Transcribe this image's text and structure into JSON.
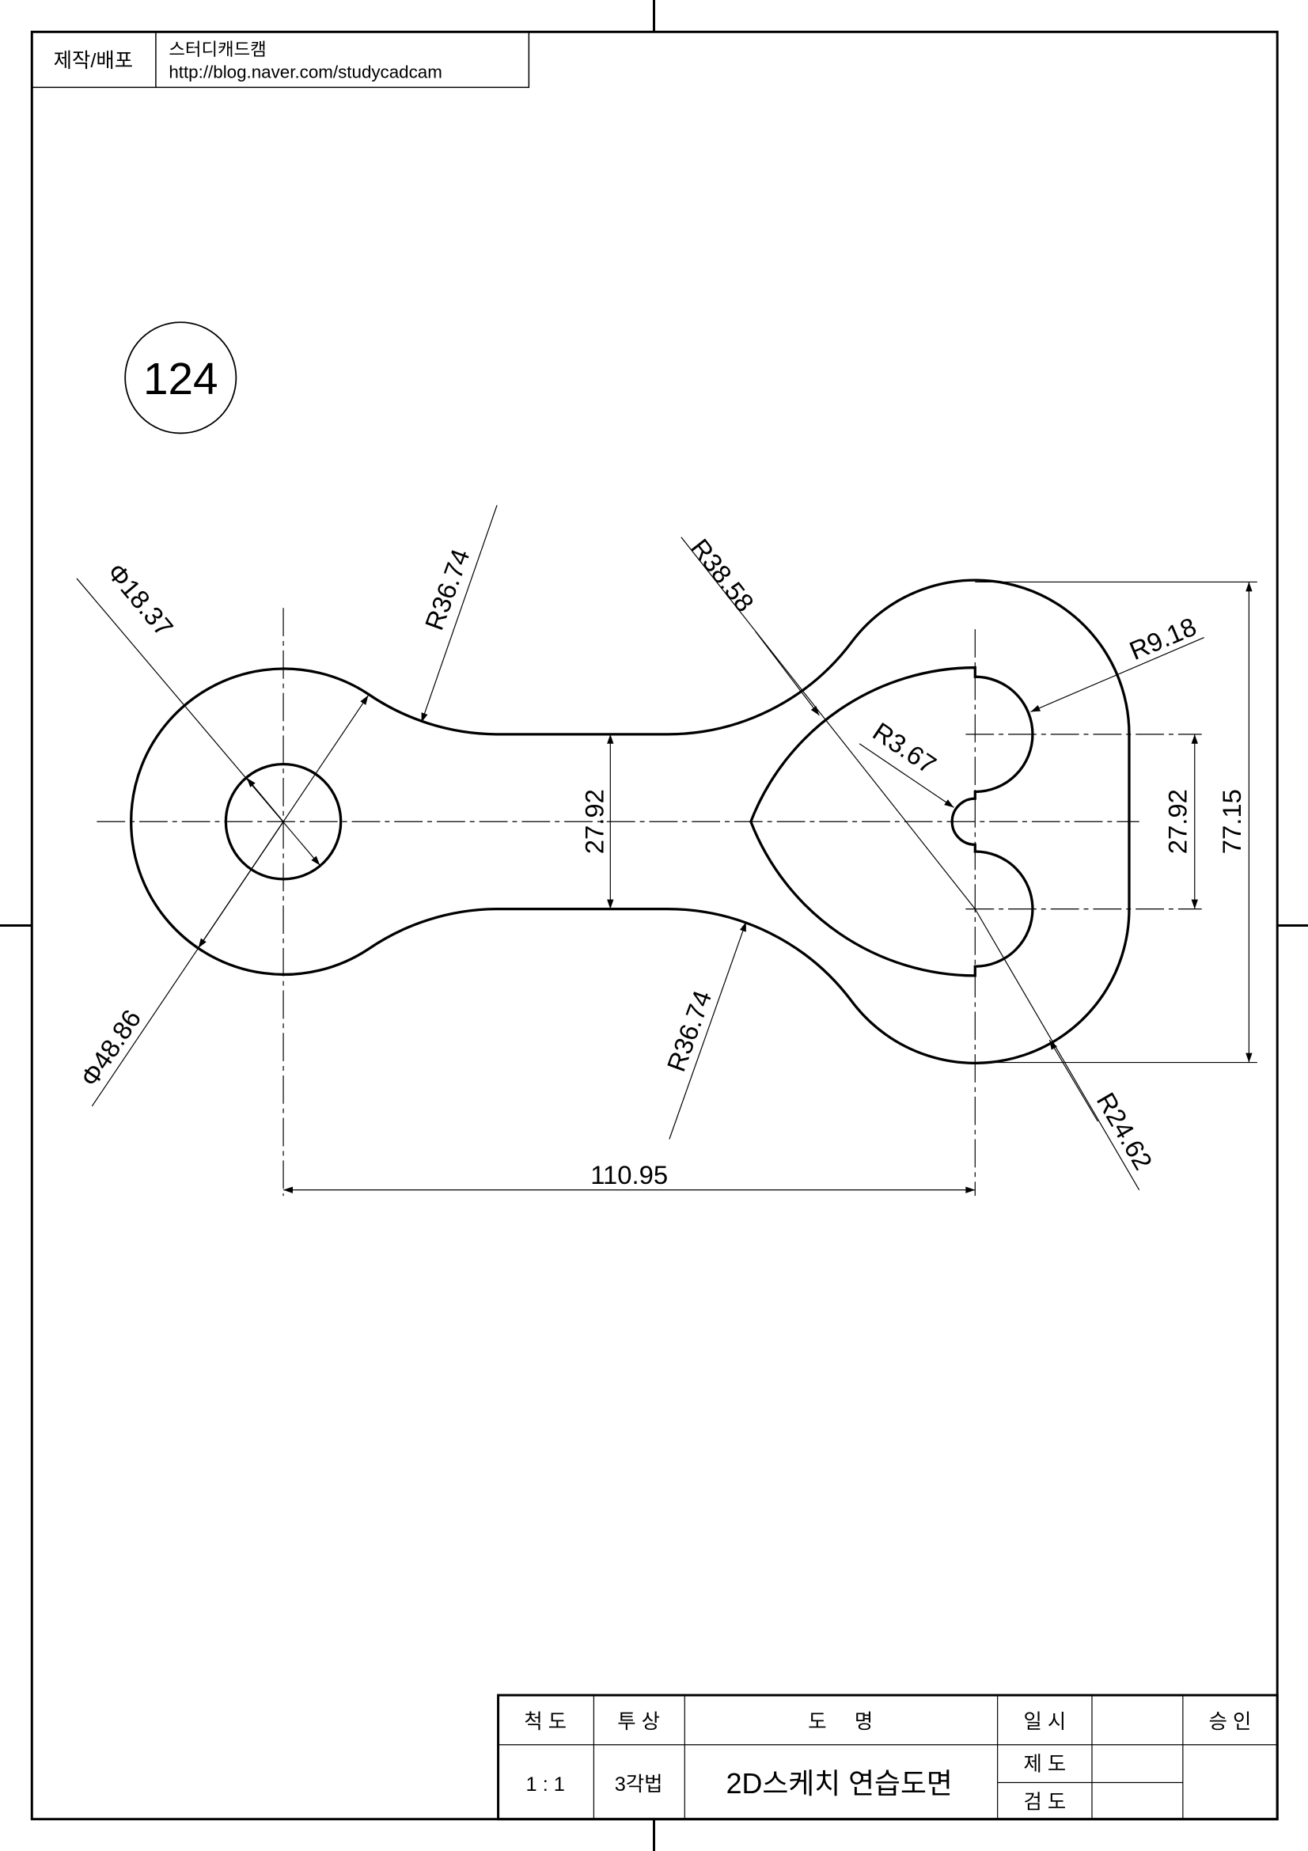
{
  "header": {
    "label": "제작/배포",
    "author": "스터디캐드캠",
    "url": "http://blog.naver.com/studycadcam"
  },
  "drawing_number": "124",
  "dimensions": {
    "phi_inner": "Φ18.37",
    "phi_outer": "Φ48.86",
    "r_upper_neck": "R36.74",
    "r_lower_neck": "R36.74",
    "r_heart": "R38.58",
    "r_lobe": "R9.18",
    "r_notch": "R3.67",
    "r_outer_right": "R24.62",
    "neck_width": "27.92",
    "lobe_spacing": "27.92",
    "overall_height": "77.15",
    "center_distance": "110.95"
  },
  "title_block": {
    "scale_label": "척 도",
    "projection_label": "투 상",
    "title_label": "도     명",
    "date_label": "일 시",
    "approval_label": "승 인",
    "scale_value": "1 : 1",
    "projection_value": "3각법",
    "title_value": "2D스케치 연습도면",
    "drafted_label": "제 도",
    "checked_label": "검 도"
  }
}
